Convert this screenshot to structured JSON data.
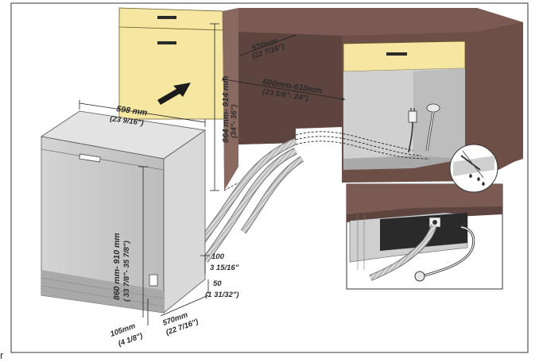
{
  "dimensions": {
    "width_top": {
      "mm": "598 mm",
      "inch": "(23 9/16\")"
    },
    "cabinet_height": {
      "mm": "864 mm- 914 mm",
      "inch": "(34\"- 36\")"
    },
    "depth_top": {
      "mm": "570mm",
      "inch": "(22 7/16\")"
    },
    "opening_width": {
      "mm": "600mm-610mm",
      "inch": "(23 5/8\"- 24\")"
    },
    "appliance_height": {
      "mm": "860 mm- 910 mm",
      "inch": "( 33 7/8\"- 35 7/8\")"
    },
    "toe_height": {
      "mm": "105mm",
      "inch": "(4 1/8\")"
    },
    "depth_bottom": {
      "mm": "570mm",
      "inch": "(22 7/16\")"
    },
    "clearance_100": {
      "mm": "100",
      "inch": "3 15/16\""
    },
    "clearance_50": {
      "mm": "50",
      "inch": "(1 31/32\")"
    }
  },
  "corner_char": "r",
  "colors": {
    "cabinet_brown": "#7a5a52",
    "drawer_yellow": "#f5e6a2",
    "appliance_gray": "#c9c9c9"
  },
  "icons": {
    "arrow": "push-in-arrow-icon",
    "plug": "power-plug-icon",
    "hose": "drain-hose-icon",
    "tap": "water-tap-icon"
  }
}
